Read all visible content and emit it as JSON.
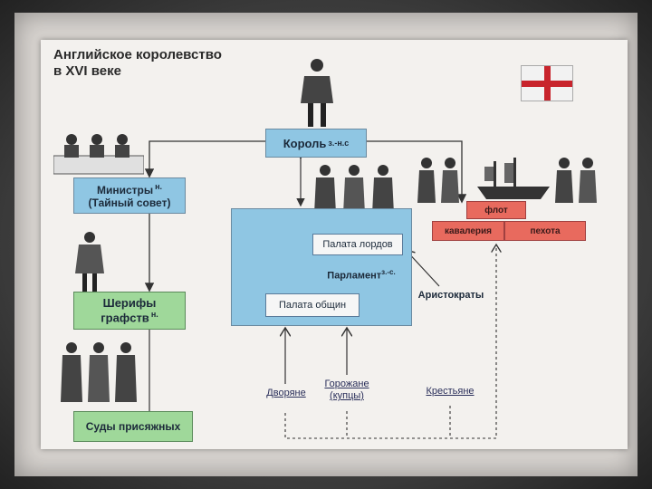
{
  "title_line1": "Английское королевство",
  "title_line2": "в XVI веке",
  "king": {
    "label": "Король",
    "sup": "з.-н.с"
  },
  "ministers": {
    "line1": "Министры",
    "sup": "н.",
    "line2": "(Тайный совет)"
  },
  "sheriffs": {
    "line1": "Шерифы",
    "line2": "графств",
    "sup": "н."
  },
  "courts": {
    "label": "Суды присяжных"
  },
  "parliament": {
    "label": "Парламент",
    "sup": "з.-с.",
    "lords": "Палата лордов",
    "commons": "Палата общин"
  },
  "military": {
    "fleet": "флот",
    "cavalry": "кавалерия",
    "infantry": "пехота"
  },
  "aristocrats": "Аристократы",
  "estates": {
    "nobles": "Дворяне",
    "townspeople_line1": "Горожане",
    "townspeople_line2": "(купцы)",
    "peasants": "Крестьяне"
  },
  "colors": {
    "blue_box": "#8fc6e3",
    "green_box": "#9fd89a",
    "red_box": "#e86a5e",
    "flag_cross": "#c8242c"
  }
}
